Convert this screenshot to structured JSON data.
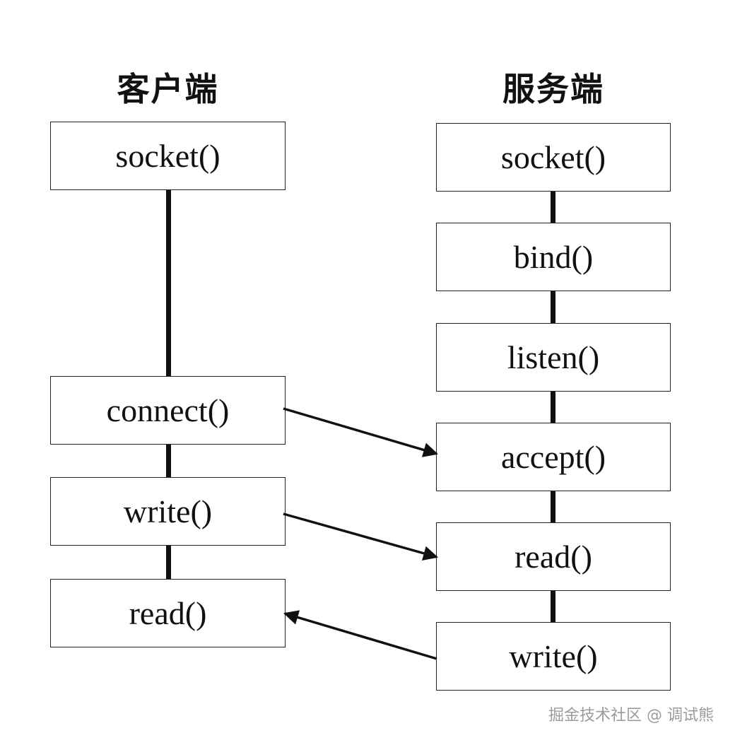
{
  "client": {
    "title": "客户端",
    "calls": [
      "socket()",
      "connect()",
      "write()",
      "read()"
    ]
  },
  "server": {
    "title": "服务端",
    "calls": [
      "socket()",
      "bind()",
      "listen()",
      "accept()",
      "read()",
      "write()"
    ]
  },
  "arrows": [
    {
      "from": "client.connect()",
      "to": "server.accept()"
    },
    {
      "from": "client.write()",
      "to": "server.read()"
    },
    {
      "from": "server.write()",
      "to": "client.read()"
    }
  ],
  "watermark": "掘金技术社区 @ 调试熊"
}
